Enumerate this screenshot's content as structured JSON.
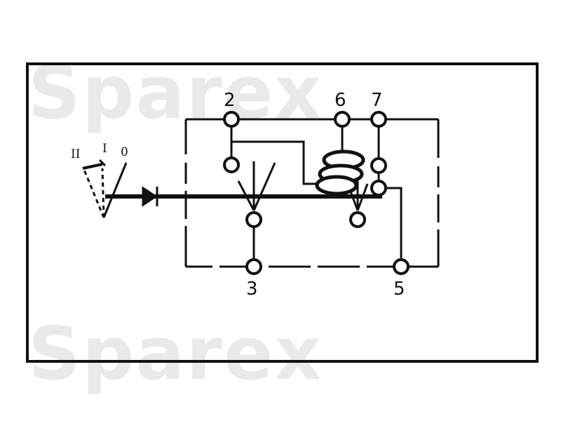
{
  "watermark": {
    "text": "Sparex"
  },
  "terminals": [
    {
      "id": "2",
      "label": "2"
    },
    {
      "id": "6",
      "label": "6"
    },
    {
      "id": "7",
      "label": "7"
    },
    {
      "id": "3",
      "label": "3"
    },
    {
      "id": "5",
      "label": "5"
    }
  ],
  "switch_positions": [
    {
      "label": "II"
    },
    {
      "label": "I"
    },
    {
      "label": "0"
    }
  ],
  "colors": {
    "line": "#111111",
    "watermark": "#e9e9e9",
    "background": "#ffffff"
  }
}
